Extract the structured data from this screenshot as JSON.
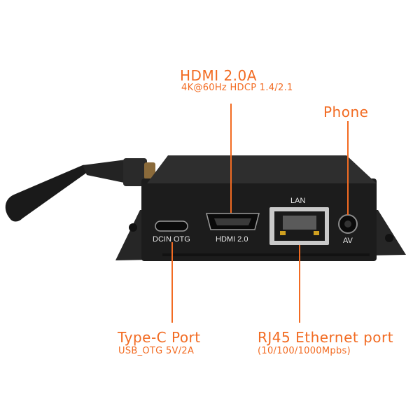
{
  "callouts": {
    "hdmi": {
      "title": "HDMI 2.0A",
      "subtitle": "4K@60Hz HDCP 1.4/2.1"
    },
    "phone": {
      "title": "Phone"
    },
    "typec": {
      "title": "Type-C Port",
      "subtitle": "USB_OTG 5V/2A"
    },
    "rj45": {
      "title": "RJ45 Ethernet port",
      "subtitle": "(10/100/1000Mpbs)"
    }
  },
  "port_labels": {
    "dcin_otg": "DCIN OTG",
    "hdmi": "HDMI 2.0",
    "lan": "LAN",
    "av": "AV"
  },
  "colors": {
    "accent": "#f26b22",
    "device_body": "#1c1c1c",
    "background": "#ffffff"
  }
}
